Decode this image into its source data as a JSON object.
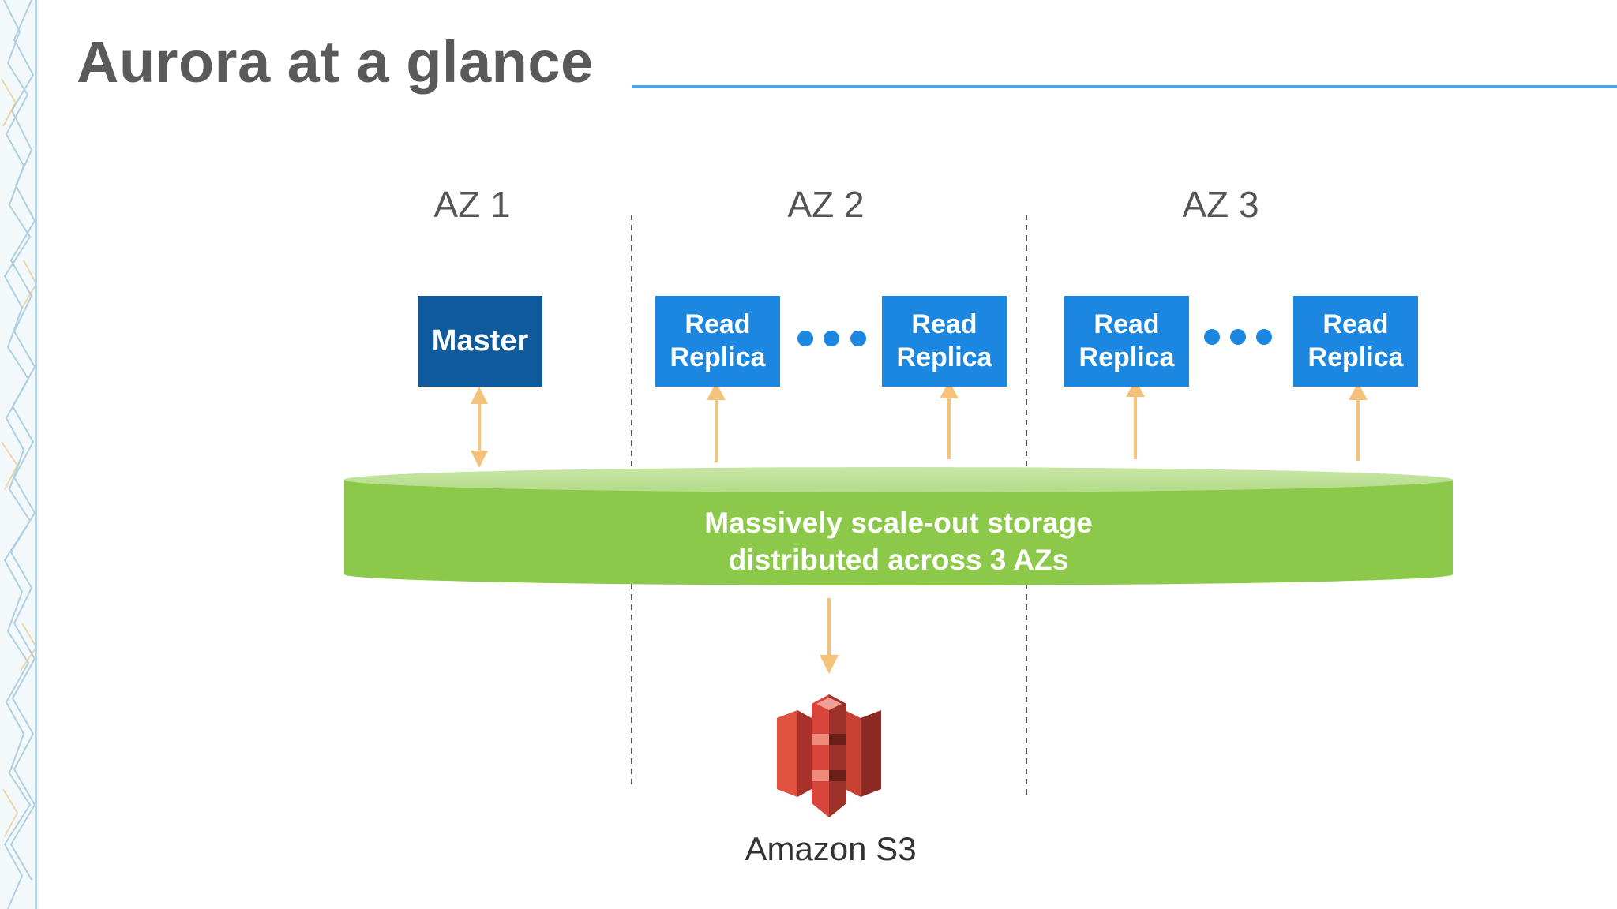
{
  "slide": {
    "title": "Aurora at a glance",
    "accent_color": "#4aa3e6"
  },
  "availability_zones": [
    "AZ 1",
    "AZ 2",
    "AZ 3"
  ],
  "nodes": {
    "master": "Master",
    "replicas": [
      "Read\nReplica",
      "Read\nReplica",
      "Read\nReplica",
      "Read\nReplica"
    ]
  },
  "ellipsis_icons": [
    "more-dots-icon",
    "more-dots-icon"
  ],
  "storage": {
    "line1": "Massively scale-out storage",
    "line2": "distributed across 3 AZs",
    "color": "#8cc94a"
  },
  "s3": {
    "label": "Amazon S3",
    "icon": "amazon-s3-bucket-icon",
    "color": "#d9453a"
  },
  "arrow_color": "#f4c27a",
  "master_color": "#0e5a9c",
  "replica_color": "#1c87e0"
}
